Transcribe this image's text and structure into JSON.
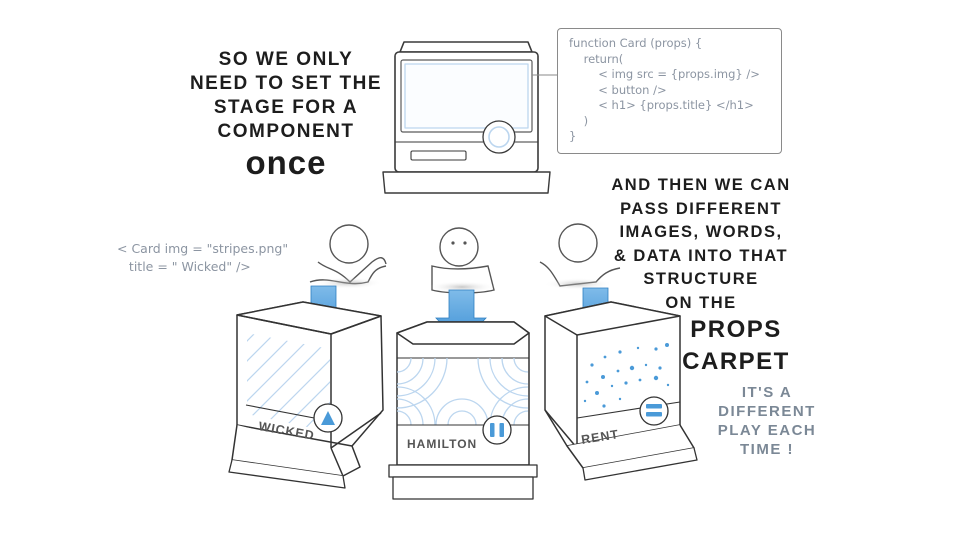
{
  "intro": {
    "lines": [
      "SO WE ONLY",
      "NEED TO SET THE",
      "STAGE FOR A",
      "COMPONENT"
    ],
    "emphasis": "once"
  },
  "code_snippet": {
    "lines": [
      "function Card (props) {",
      "    return(",
      "        < img src = {props.img} />",
      "        < button />",
      "        < h1> {props.title} </h1>",
      "    )",
      "}"
    ]
  },
  "usage": {
    "lines": [
      "< Card img = \"stripes.png\"",
      "   title = \" Wicked\" />"
    ]
  },
  "right_text": {
    "lines": [
      "AND THEN WE CAN",
      "PASS DIFFERENT",
      "IMAGES, WORDS,",
      "& DATA INTO THAT",
      "STRUCTURE",
      "ON THE"
    ],
    "emphasis": [
      "PROPS",
      "CARPET"
    ]
  },
  "aside": {
    "lines": [
      "IT'S A",
      "DIFFERENT",
      "PLAY EACH",
      "TIME !"
    ]
  },
  "cards": [
    {
      "title": "WICKED",
      "image": "stripes",
      "icon": "play-icon"
    },
    {
      "title": "HAMILTON",
      "image": "arcs",
      "icon": "pause-icon"
    },
    {
      "title": "RENT",
      "image": "dots",
      "icon": "equals-icon"
    }
  ],
  "colors": {
    "accent": "#4a9ad8",
    "ink": "#1d1d1d",
    "code": "#8c95a2",
    "line": "#bcd6ef"
  }
}
